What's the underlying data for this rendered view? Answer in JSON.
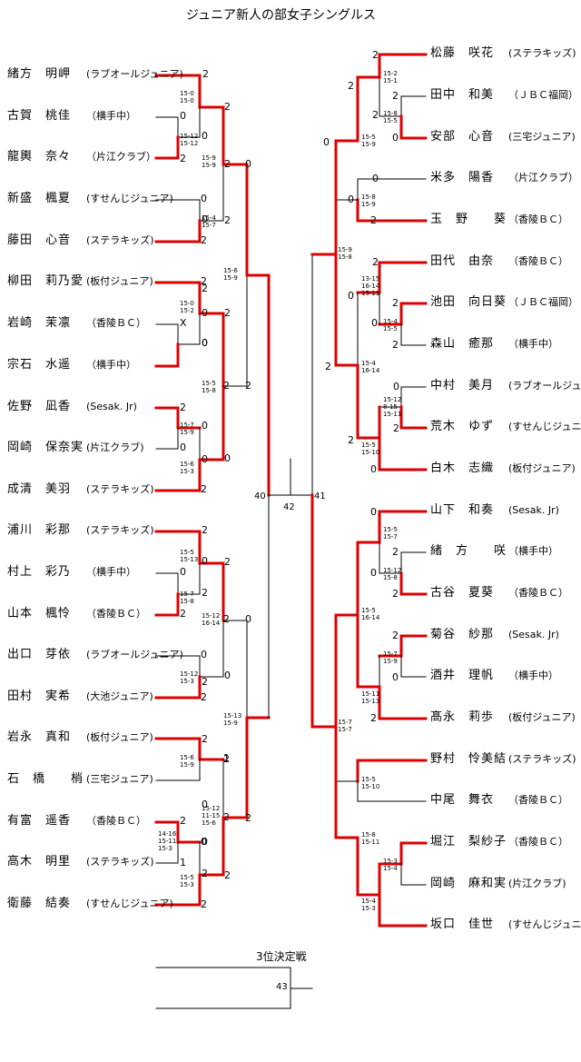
{
  "title": "ジュニア新人の部女子シングルス",
  "third_place_title": "3位決定戦",
  "colors": {
    "win": "#dd0000",
    "line": "#000000"
  },
  "left_players": [
    {
      "name": "緒方　明岬",
      "club": "(ラブオールジュニア)"
    },
    {
      "name": "古賀　桃佳",
      "club": "（横手中）"
    },
    {
      "name": "龍輿　奈々",
      "club": "（片江クラブ）"
    },
    {
      "name": "新盛　楓夏",
      "club": "(すせんじジュニア)"
    },
    {
      "name": "藤田　心音",
      "club": "(ステラキッズ)"
    },
    {
      "name": "柳田　莉乃愛",
      "club": "(板付ジュニア)"
    },
    {
      "name": "岩崎　茉凛",
      "club": "（香陵ＢＣ）"
    },
    {
      "name": "宗石　水遥",
      "club": "（横手中）"
    },
    {
      "name": "佐野　凪香",
      "club": "(Sesak. Jr)"
    },
    {
      "name": "岡崎　保奈実",
      "club": "(片江クラブ)"
    },
    {
      "name": "成清　美羽",
      "club": "(ステラキッズ)"
    },
    {
      "name": "浦川　彩那",
      "club": "(ステラキッズ)"
    },
    {
      "name": "村上　彩乃",
      "club": "（横手中）"
    },
    {
      "name": "山本　楓怜",
      "club": "（香陵ＢＣ）"
    },
    {
      "name": "出口　芽依",
      "club": "(ラブオールジュニア)"
    },
    {
      "name": "田村　実希",
      "club": "(大池ジュニア)"
    },
    {
      "name": "岩永　真和",
      "club": "(板付ジュニア)"
    },
    {
      "name": "石　橋　　梢",
      "club": "(三宅ジュニア)"
    },
    {
      "name": "有富　遥香",
      "club": "（香陵ＢＣ）"
    },
    {
      "name": "高木　明里",
      "club": "(ステラキッズ)"
    },
    {
      "name": "衛藤　結奏",
      "club": "(すせんじジュニア)"
    }
  ],
  "right_players": [
    {
      "name": "松藤　咲花",
      "club": "(ステラキッズ)"
    },
    {
      "name": "田中　和美",
      "club": "（ＪＢＣ福岡）"
    },
    {
      "name": "安部　心音",
      "club": "(三宅ジュニア)"
    },
    {
      "name": "米多　陽香",
      "club": "（片江クラブ）"
    },
    {
      "name": "玉　野　　葵",
      "club": "（香陵ＢＣ）"
    },
    {
      "name": "田代　由奈",
      "club": "（香陵ＢＣ）"
    },
    {
      "name": "池田　向日葵",
      "club": "（ＪＢＣ福岡）"
    },
    {
      "name": "森山　癒那",
      "club": "（横手中）"
    },
    {
      "name": "中村　美月",
      "club": "(ラブオールジュニア)"
    },
    {
      "name": "荒木　ゆず",
      "club": "(すせんじジュニア)"
    },
    {
      "name": "白木　志織",
      "club": "(板付ジュニア)"
    },
    {
      "name": "山下　和奏",
      "club": "(Sesak. Jr)"
    },
    {
      "name": "緒　方　　咲",
      "club": "（横手中）"
    },
    {
      "name": "古谷　夏葵",
      "club": "（香陵ＢＣ）"
    },
    {
      "name": "菊谷　紗那",
      "club": "(Sesak. Jr)"
    },
    {
      "name": "酒井　理帆",
      "club": "（横手中）"
    },
    {
      "name": "髙永　莉歩",
      "club": "(板付ジュニア)"
    },
    {
      "name": "野村　怜美結",
      "club": "(ステラキッズ)"
    },
    {
      "name": "中尾　舞衣",
      "club": "（香陵ＢＣ）"
    },
    {
      "name": "堀江　梨紗子",
      "club": "（香陵ＢＣ）"
    },
    {
      "name": "岡崎　麻和実",
      "club": "(片江クラブ)"
    },
    {
      "name": "坂口　佳世",
      "club": "(すせんじジュニア)"
    }
  ],
  "match_numbers": {
    "left_semi": "40",
    "final": "42",
    "right_semi": "41",
    "third_place": "43"
  },
  "scores": [
    "2",
    "0",
    "2",
    "0",
    "2",
    "2",
    "X",
    "0",
    "2",
    "0",
    "2",
    "2",
    "0",
    "2",
    "0",
    "2",
    "2",
    "1",
    "2",
    "0",
    "1",
    "2",
    "2",
    "0",
    "0",
    "2",
    "0",
    "2",
    "2",
    "0",
    "2",
    "0",
    "0",
    "2",
    "2",
    "2",
    "0",
    "2",
    "0",
    "2",
    "2",
    "0",
    "2",
    "0",
    "0",
    "2",
    "2",
    "0",
    "2",
    "0",
    "2",
    "2",
    "2",
    "0",
    "2",
    "2",
    "0",
    "2",
    "0",
    "0",
    "2",
    "0",
    "2",
    "2",
    "0",
    "2",
    "0",
    "0",
    "2",
    "2",
    "0",
    "2",
    "2",
    "0",
    "2",
    "0",
    "2"
  ],
  "partial_scores": [
    "15-0\n15-0",
    "15-12\n15-12",
    "15-9\n15-9",
    "15-4\n15-7",
    "15-6\n15-9",
    "15-0\n15-2",
    "15-5\n15-8",
    "15-7\n15-9",
    "15-6\n15-3",
    "15-5\n15-13",
    "15-7\n15-8",
    "15-12\n16-14",
    "15-12\n15-3",
    "15-13\n15-9",
    "15-6\n15-9",
    "15-12\n11-15\n15-6",
    "14-16\n15-11\n15-3",
    "15-5\n15-3",
    "15-2\n15-1",
    "15-8\n15-5",
    "15-5\n15-9",
    "15-8\n15-9",
    "15-9\n15-8",
    "13-15\n16-14\n15-11",
    "15-4\n15-5",
    "15-4\n16-14",
    "15-12\n8-15\n15-11",
    "15-5\n15-10",
    "15-5\n15-7",
    "15-12\n15-8",
    "15-5\n16-14",
    "15-7\n15-9",
    "15-11\n15-13",
    "15-7\n15-7",
    "15-5\n15-10",
    "15-8\n15-11",
    "15-3\n15-4",
    "15-4\n15-3"
  ]
}
